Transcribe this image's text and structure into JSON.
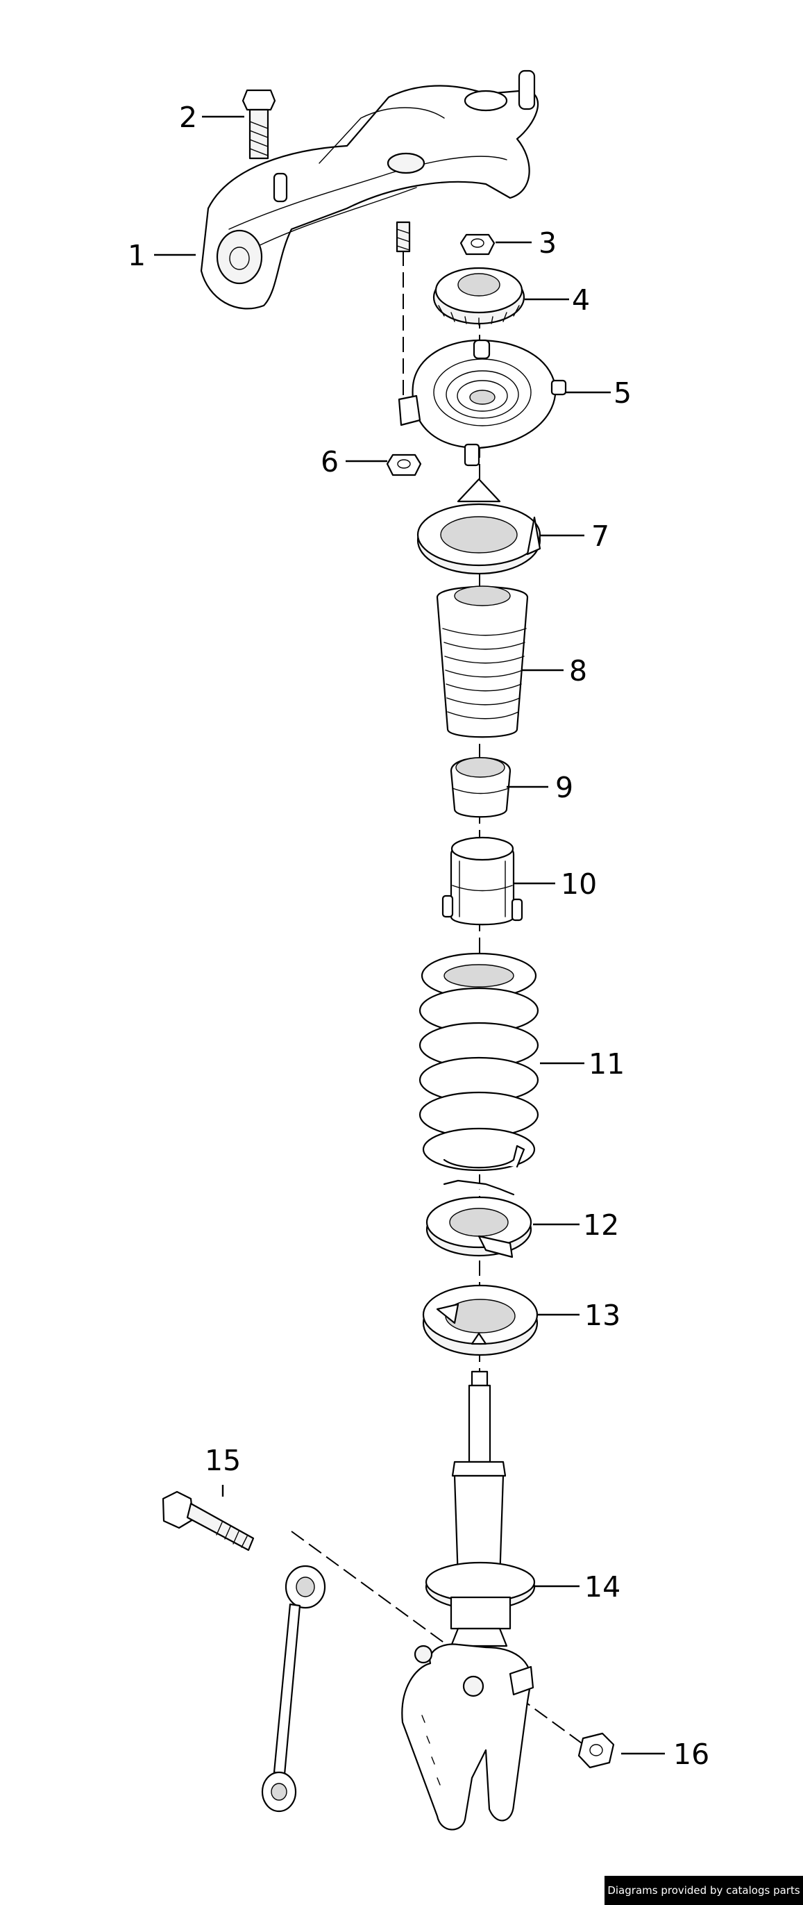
{
  "diagram": {
    "type": "exploded-parts-diagram",
    "callouts": [
      {
        "number": "1"
      },
      {
        "number": "2"
      },
      {
        "number": "3"
      },
      {
        "number": "4"
      },
      {
        "number": "5"
      },
      {
        "number": "6"
      },
      {
        "number": "7"
      },
      {
        "number": "8"
      },
      {
        "number": "9"
      },
      {
        "number": "10"
      },
      {
        "number": "11"
      },
      {
        "number": "12"
      },
      {
        "number": "13"
      },
      {
        "number": "14"
      },
      {
        "number": "15"
      },
      {
        "number": "16"
      }
    ],
    "colors": {
      "line": "#000000",
      "background": "#ffffff",
      "credit_background": "#000000",
      "credit_text": "#ffffff"
    }
  },
  "credit": {
    "text": "Diagrams provided by catalogs parts"
  }
}
